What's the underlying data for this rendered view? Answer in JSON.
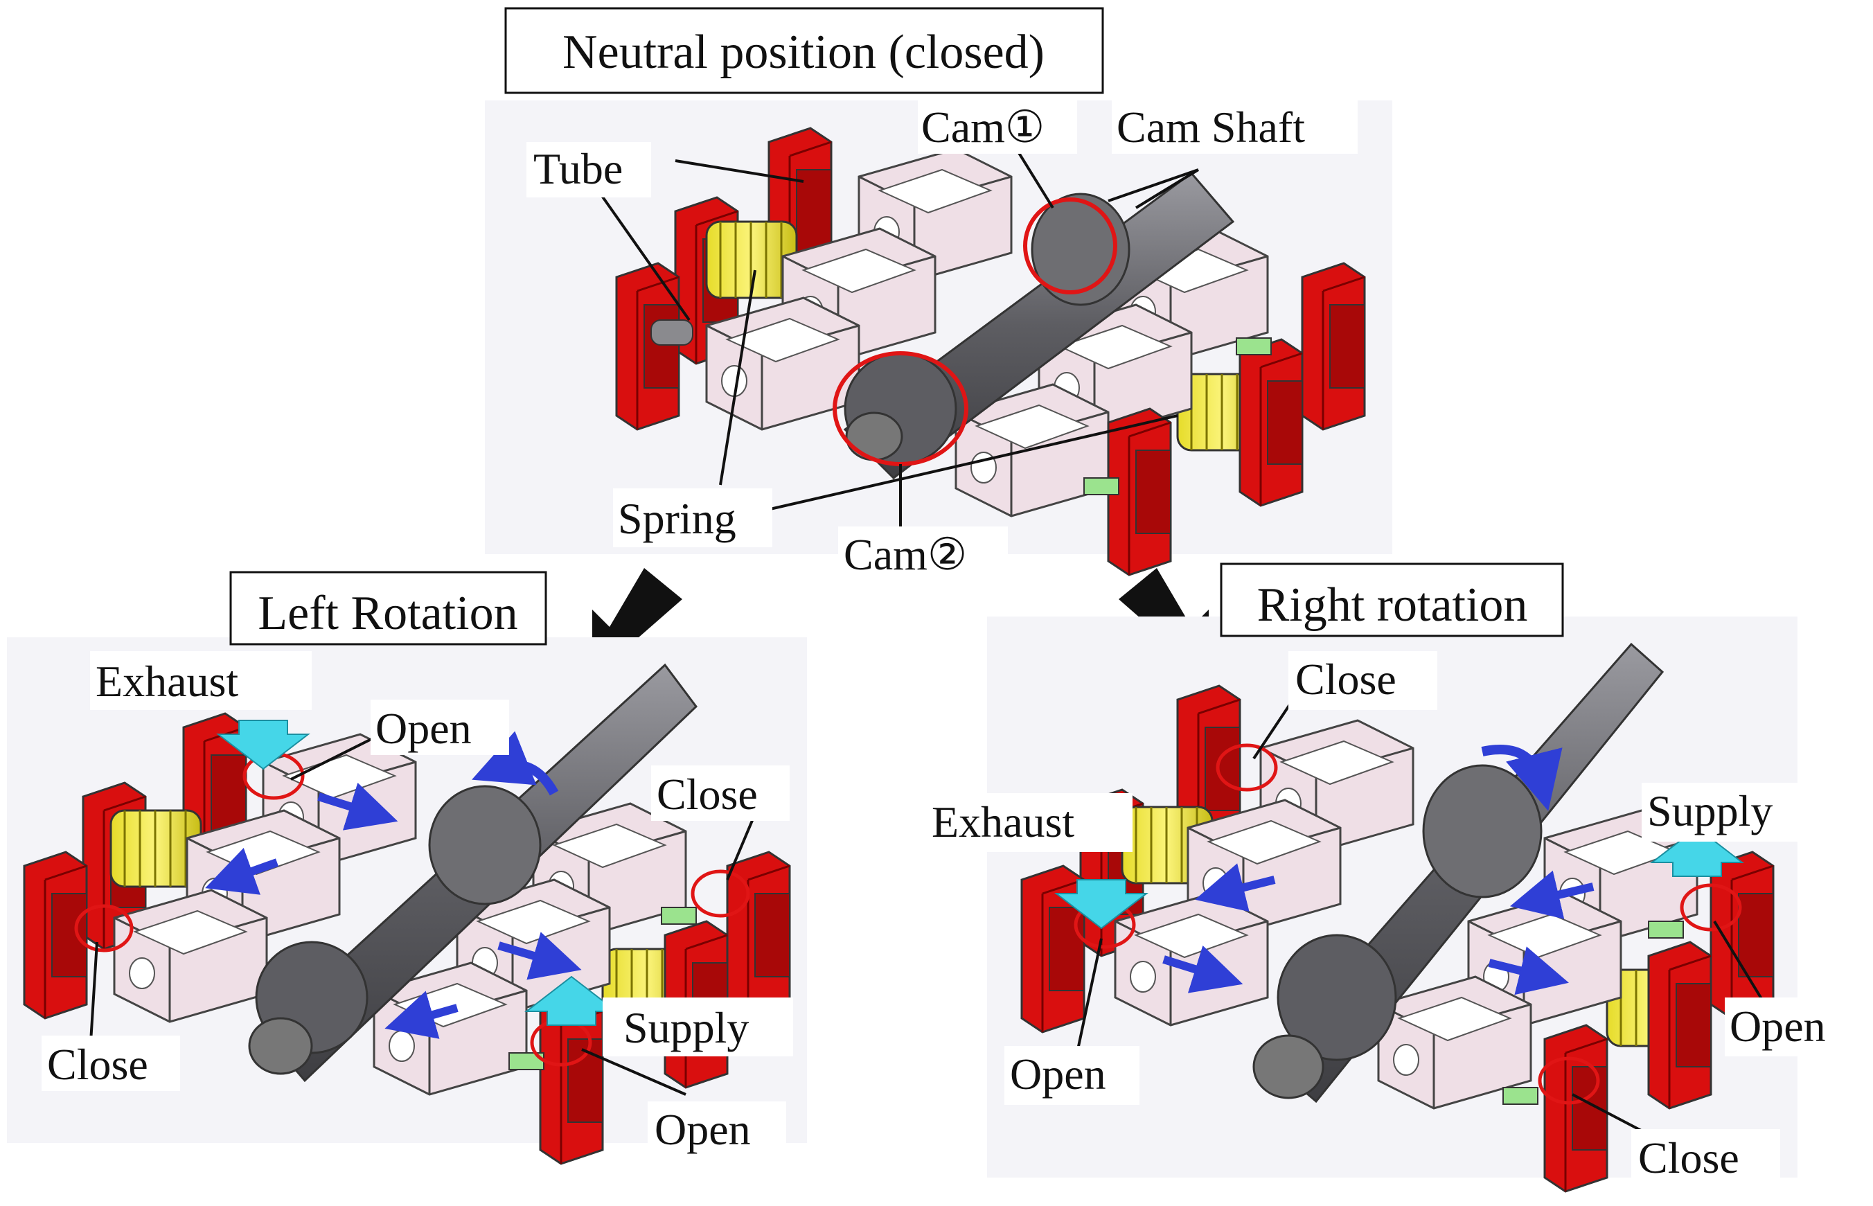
{
  "panels": {
    "neutral": {
      "title": "Neutral position (closed)",
      "labels": {
        "tube": "Tube",
        "cam1": "Cam①",
        "cam_shaft": "Cam Shaft",
        "spring": "Spring",
        "cam2": "Cam②"
      }
    },
    "left": {
      "title": "Left Rotation",
      "labels": {
        "exhaust": "Exhaust",
        "open_top": "Open",
        "close_right": "Close",
        "close_left": "Close",
        "supply": "Supply",
        "open_bottom": "Open"
      }
    },
    "right": {
      "title": "Right rotation",
      "labels": {
        "close_top": "Close",
        "supply": "Supply",
        "exhaust": "Exhaust",
        "open_right": "Open",
        "open_left": "Open",
        "close_bottom": "Close"
      }
    }
  },
  "colors": {
    "bracket_red": "#d90f0f",
    "body_pink": "#efdfe6",
    "shaft_gray": "#6e6e72",
    "spring_yellow": "#e6dc2a",
    "tube_green": "#9be38e",
    "highlight_circle": "#e01515",
    "direction_arrow": "#2f3fd6",
    "flow_arrow": "#45d6e8"
  },
  "icons": {
    "big_arrow": "arrow-down-icon",
    "direction": "arrow-blue-icon",
    "flow": "arrow-cyan-icon"
  }
}
